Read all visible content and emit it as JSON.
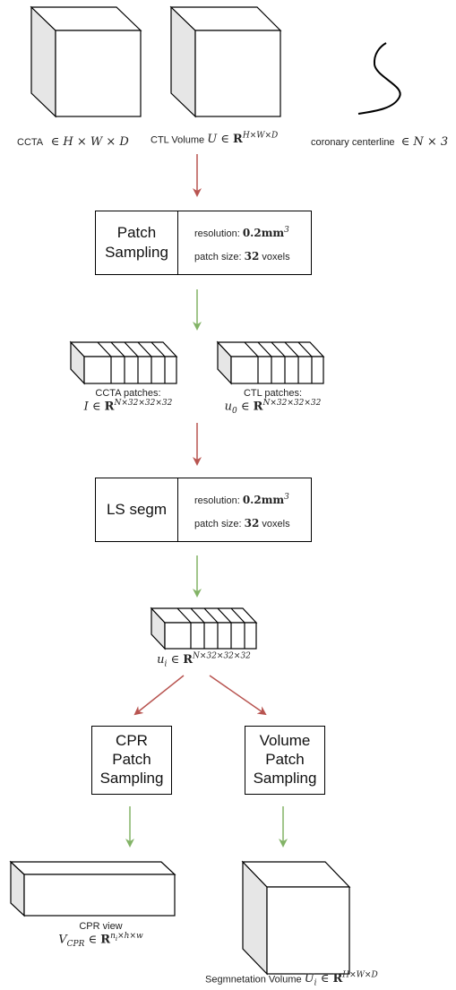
{
  "inputs": {
    "ccta_label": "CCTA",
    "ccta_math": "∈ H × W × D",
    "ctl_label": "CTL Volume",
    "ctl_math_var": "U ∈ ",
    "ctl_math_R": "R",
    "ctl_math_exp": "H×W×D",
    "centerline_label": "coronary centerline",
    "centerline_math": "∈ N × 3"
  },
  "patch_sampling": {
    "title_line1": "Patch",
    "title_line2": "Sampling",
    "resolution_label": "resolution:",
    "resolution_value": "0.2mm",
    "resolution_exp": "3",
    "patch_size_label": "patch size:",
    "patch_size_value": "32",
    "patch_size_unit": "voxels"
  },
  "patches": {
    "ccta_caption": "CCTA patches:",
    "ccta_math": "I ∈ ",
    "ctl_caption": "CTL patches:",
    "ctl_math": "u",
    "ctl_sub": "0",
    "ctl_in": " ∈ ",
    "R": "R",
    "exp": "N×32×32×32"
  },
  "ls_segm": {
    "title": "LS segm",
    "resolution_label": "resolution:",
    "resolution_value": "0.2mm",
    "resolution_exp": "3",
    "patch_size_label": "patch size:",
    "patch_size_value": "32",
    "patch_size_unit": "voxels"
  },
  "ui_patches": {
    "math": "u",
    "sub": "i",
    "in": " ∈ ",
    "R": "R",
    "exp": "N×32×32×32"
  },
  "cpr_box": {
    "line1": "CPR",
    "line2": "Patch",
    "line3": "Sampling"
  },
  "volume_box": {
    "line1": "Volume",
    "line2": "Patch",
    "line3": "Sampling"
  },
  "cpr_view": {
    "caption": "CPR view",
    "math": "V",
    "sub": "CPR",
    "in": " ∈ ",
    "R": "R",
    "exp_base": "n",
    "exp_sub": "i",
    "exp_rest": "×h×w"
  },
  "seg_volume": {
    "caption": "Segmnetation Volume",
    "math": "U",
    "sub": "i",
    "in": " ∈ ",
    "R": "R",
    "exp": "H×W×D"
  },
  "colors": {
    "red_arrow": "#b85450",
    "green_arrow": "#82b366",
    "cube_side": "#e6e6e6",
    "stroke": "#000000"
  }
}
